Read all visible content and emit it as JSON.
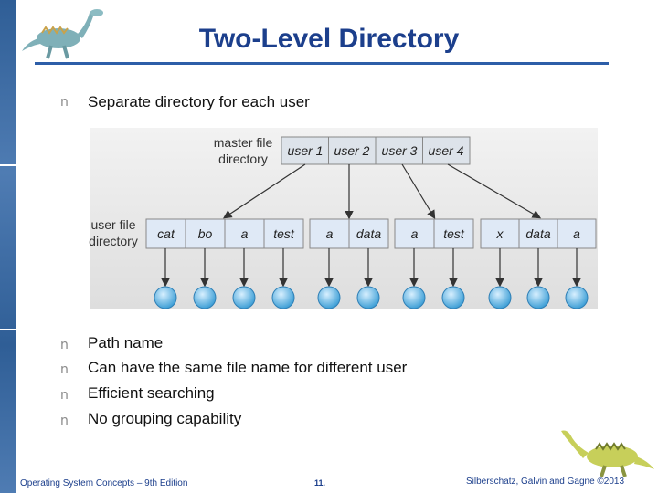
{
  "title": "Two-Level Directory",
  "bullet_glyph": "n",
  "bullets_top": [
    "Separate directory for each user"
  ],
  "bullets_bottom": [
    "Path name",
    "Can have the same file name for different user",
    "Efficient searching",
    "No grouping capability"
  ],
  "diagram": {
    "master_label_line1": "master file",
    "master_label_line2": "directory",
    "users": [
      "user 1",
      "user 2",
      "user 3",
      "user 4"
    ],
    "user_label_line1": "user file",
    "user_label_line2": "directory",
    "groups": [
      [
        "cat",
        "bo",
        "a",
        "test"
      ],
      [
        "a",
        "data"
      ],
      [
        "a",
        "test"
      ],
      [
        "x",
        "data",
        "a"
      ]
    ]
  },
  "footer": {
    "left": "Operating System Concepts – 9th Edition",
    "middle": "11.",
    "right": "Silberschatz, Galvin and Gagne ©2013"
  },
  "colors": {
    "title": "#1c3f8c",
    "rule": "#2d5ea8",
    "cell_fill": "#dfe9f6",
    "node": "#5db5e6"
  }
}
